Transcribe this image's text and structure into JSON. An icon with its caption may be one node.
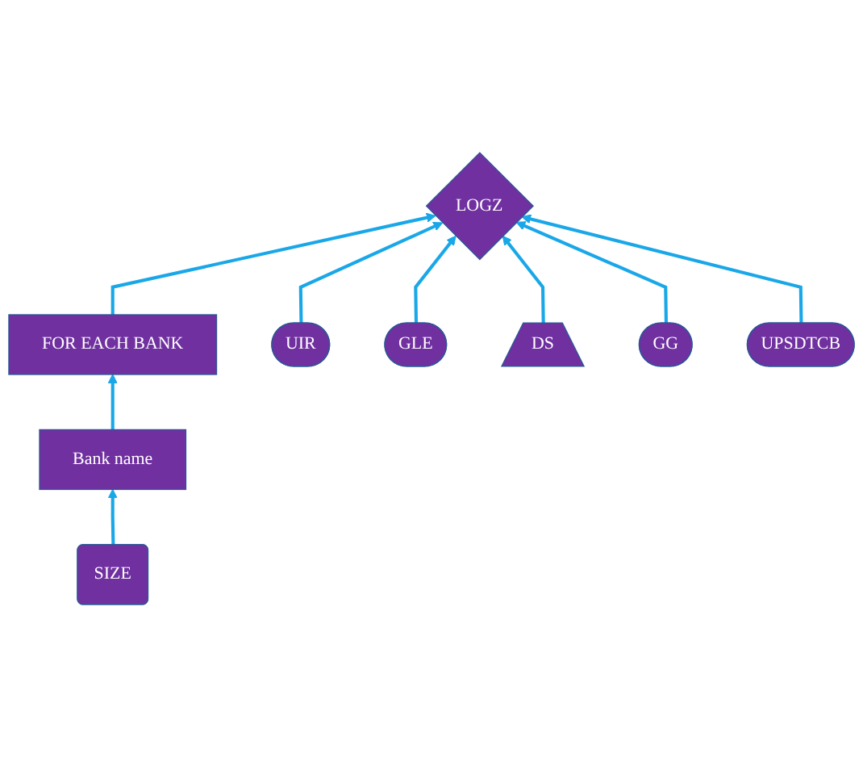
{
  "diagram": {
    "nodes": [
      {
        "text": [
          "SIZE"
        ]
      },
      {
        "text": [
          "Bank name"
        ]
      },
      {
        "text": [
          "FOR EACH BANK"
        ]
      },
      {
        "text": [
          "LOGZ"
        ]
      },
      {
        "text": [
          "UIR"
        ]
      },
      {
        "text": [
          "GLE"
        ]
      },
      {
        "text": [
          "DS"
        ]
      },
      {
        "text": [
          "GG"
        ]
      },
      {
        "text": [
          "UPSDTCB"
        ]
      }
    ],
    "edges": [
      {
        "from": 0,
        "to": 1,
        "arrow": "to"
      },
      {
        "from": 1,
        "to": 2,
        "arrow": "to"
      },
      {
        "from": 2,
        "to": 3,
        "arrow": "to"
      },
      {
        "from": 4,
        "to": 3,
        "arrow": "to"
      },
      {
        "from": 5,
        "to": 3,
        "arrow": "to"
      },
      {
        "from": 6,
        "to": 3,
        "arrow": "to"
      },
      {
        "from": 7,
        "to": 3,
        "arrow": "to"
      },
      {
        "from": 8,
        "to": 3,
        "arrow": "to"
      }
    ]
  }
}
